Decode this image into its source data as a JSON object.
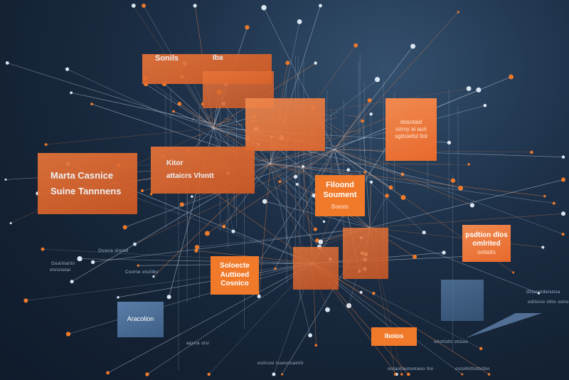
{
  "cards": {
    "marta": {
      "line1": "Marta Casnice",
      "line2": "Suine Tannnens"
    },
    "soniis": {
      "line1": "Sonils",
      "line2": "Iba"
    },
    "kitor": {
      "line1": "Kitor",
      "line2": "attaicrs Vhmtt"
    },
    "filoond": {
      "line1": "Filoond",
      "line2": "Soument",
      "line3": "Boesis"
    },
    "right_top": {
      "line1": "dosotaid",
      "line2": "ozroy ai auri",
      "line3": "sgitoieltsl ltot"
    },
    "psdtion": {
      "line1": "psdtion dlos",
      "line2": "omlrited",
      "line3": "ootlatts"
    },
    "soloecte": {
      "line1": "Soloecte",
      "line2": "Auttioed",
      "line3": "Cosnico"
    },
    "aracolion": {
      "line1": "Aracolion"
    },
    "bottom_small": {
      "line1": "Iboios"
    }
  },
  "captions": {
    "c1": "Oswoa olotad",
    "c2": "Ooailiiaiitii",
    "c3": "otoiotatai",
    "c4": "Cooriw otsitlbo",
    "c5": "aqstia olsi",
    "c6": "osilicoo tsaiortsaintii",
    "c7": "ootaoltaotootaoo ltoi",
    "c8": "ottottoltt ottooo",
    "c9": "ostohlittlottolbo",
    "c10": "Ottaooldeistoia",
    "c11": "odilosio oltio ootio"
  },
  "colors": {
    "accent": "#f07a2a",
    "node_light": "#dbe6f3",
    "line": "#9fb3cc"
  }
}
